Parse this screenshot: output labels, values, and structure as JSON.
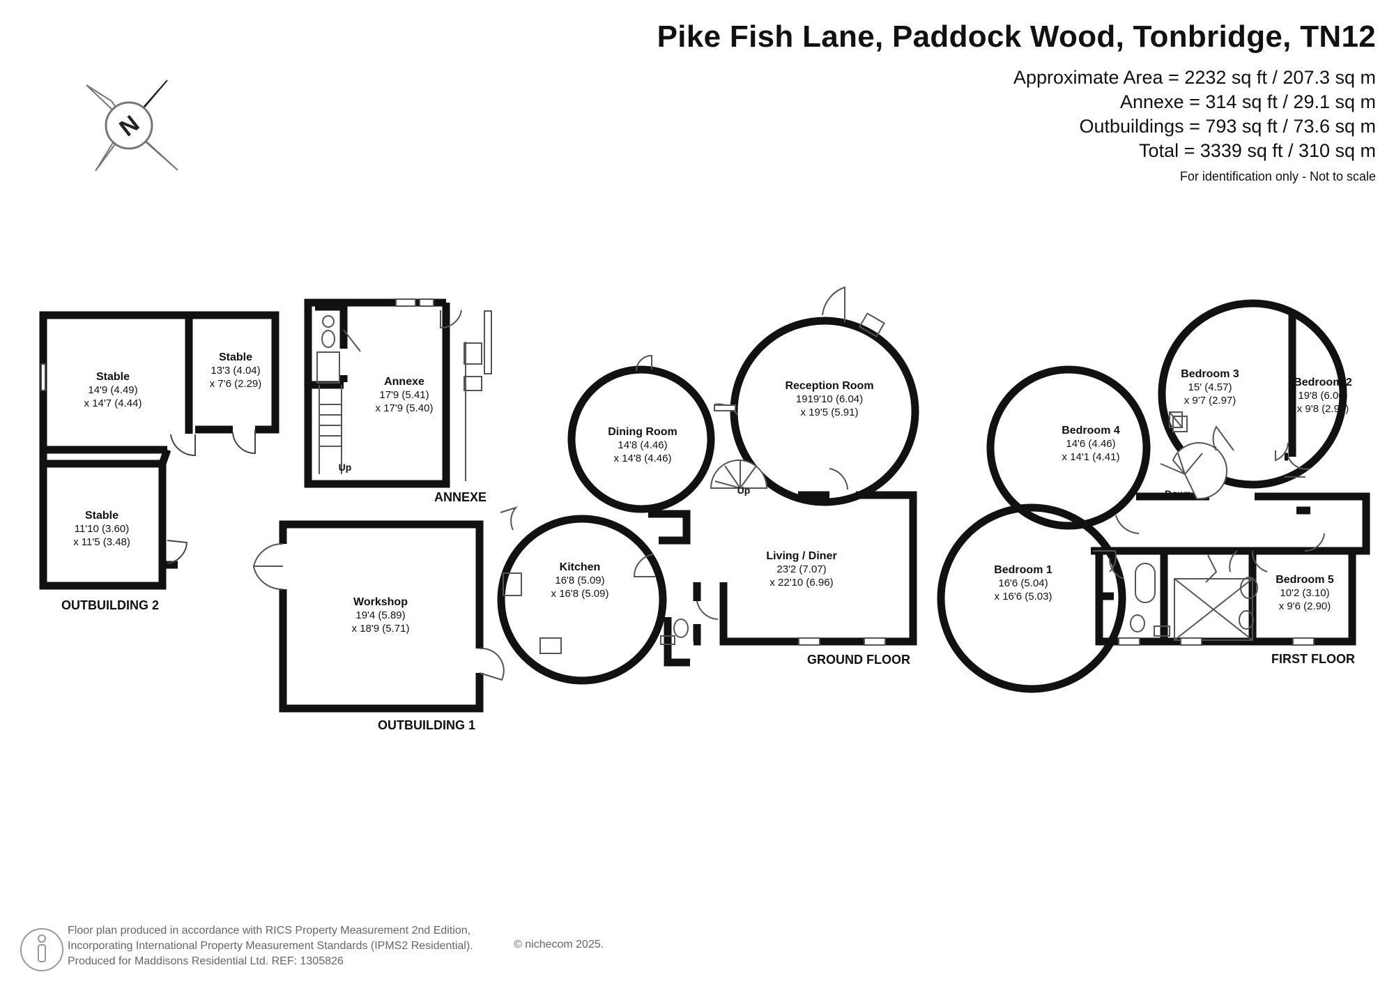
{
  "header": {
    "title": "Pike Fish Lane, Paddock Wood, Tonbridge, TN12",
    "areas": [
      "Approximate Area = 2232 sq ft / 207.3 sq m",
      "Annexe = 314 sq ft / 29.1 sq m",
      "Outbuildings = 793 sq ft / 73.6 sq m",
      "Total = 3339 sq ft / 310 sq m"
    ],
    "note": "For identification only - Not to scale"
  },
  "compass": {
    "letter": "N"
  },
  "floor_labels": {
    "outbuilding_2": "OUTBUILDING 2",
    "annexe": "ANNEXE",
    "outbuilding_1": "OUTBUILDING 1",
    "ground_floor": "GROUND FLOOR",
    "first_floor": "FIRST FLOOR"
  },
  "rooms": {
    "stable_a": {
      "name": "Stable",
      "dim1": "14'9 (4.49)",
      "dim2": "x 14'7 (4.44)"
    },
    "stable_b": {
      "name": "Stable",
      "dim1": "13'3 (4.04)",
      "dim2": "x 7'6 (2.29)"
    },
    "stable_c": {
      "name": "Stable",
      "dim1": "11'10 (3.60)",
      "dim2": "x 11'5 (3.48)"
    },
    "annexe": {
      "name": "Annexe",
      "dim1": "17'9 (5.41)",
      "dim2": "x 17'9 (5.40)"
    },
    "workshop": {
      "name": "Workshop",
      "dim1": "19'4 (5.89)",
      "dim2": "x 18'9 (5.71)"
    },
    "dining": {
      "name": "Dining Room",
      "dim1": "14'8 (4.46)",
      "dim2": "x 14'8 (4.46)"
    },
    "reception": {
      "name": "Reception Room",
      "dim1": "1919'10 (6.04)",
      "dim2": "x 19'5 (5.91)"
    },
    "kitchen": {
      "name": "Kitchen",
      "dim1": "16'8 (5.09)",
      "dim2": "x 16'8 (5.09)"
    },
    "living": {
      "name": "Living / Diner",
      "dim1": "23'2 (7.07)",
      "dim2": "x 22'10 (6.96)"
    },
    "bedroom4": {
      "name": "Bedroom 4",
      "dim1": "14'6 (4.46)",
      "dim2": "x 14'1 (4.41)"
    },
    "bedroom3": {
      "name": "Bedroom 3",
      "dim1": "15' (4.57)",
      "dim2": "x 9'7 (2.97)"
    },
    "bedroom2": {
      "name": "Bedroom 2",
      "dim1": "19'8 (6.00)",
      "dim2": "x 9'8 (2.94)"
    },
    "bedroom1": {
      "name": "Bedroom 1",
      "dim1": "16'6 (5.04)",
      "dim2": "x 16'6 (5.03)"
    },
    "bedroom5": {
      "name": "Bedroom 5",
      "dim1": "10'2 (3.10)",
      "dim2": "x 9'6 (2.90)"
    }
  },
  "stairs": {
    "annexe_up": "Up",
    "ground_up": "Up",
    "first_down": "Down"
  },
  "footer": {
    "lines": [
      "Floor plan produced in accordance with RICS Property Measurement 2nd Edition,",
      "Incorporating International Property Measurement Standards (IPMS2 Residential).",
      "Produced for Maddisons Residential Ltd.   REF: 1305826"
    ],
    "copyright": "© nichecom 2025."
  }
}
